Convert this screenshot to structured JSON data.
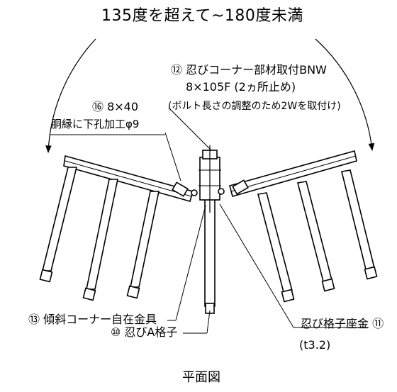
{
  "angle_range": "135度を超えて~180度未満",
  "callouts": {
    "corner_fitting": {
      "line1": "⑫ 忍びコーナー部材取付BNW",
      "line2": "8×105F (2ヵ所止め)",
      "line3": "(ボルト長さの調整のため2Wを取付け)"
    },
    "drill_hole": {
      "line1": "⑯ 8×40",
      "line2": "胴縁に下孔加工φ9"
    },
    "tilt_corner": "⑬ 傾斜コーナー自在金具",
    "a_grid": "⑩ 忍びA格子",
    "grid_washer": {
      "line1": "忍び格子座金 ⑪",
      "line2": "(t3.2)"
    }
  },
  "view_title": "平面図"
}
